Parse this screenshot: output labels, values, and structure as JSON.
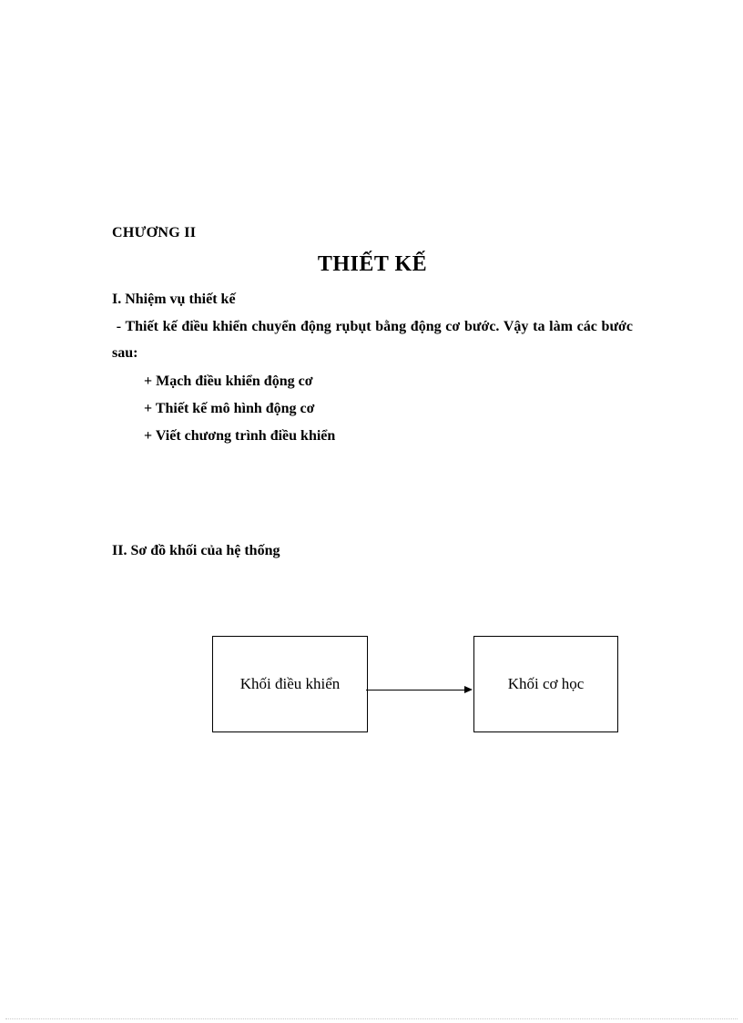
{
  "page": {
    "chapter": "CHƯƠNG II",
    "title": "THIẾT KẾ"
  },
  "section1": {
    "heading": "I. Nhiệm vụ thiết kế",
    "paragraph": " - Thiết kế điều khiển chuyển động rụbụt bằng động cơ bước. Vậy ta làm các bước sau:",
    "steps": [
      "+ Mạch điều khiển động cơ",
      "+ Thiết kế mô hình động cơ",
      "+ Viết chương trình điều khiển"
    ]
  },
  "section2": {
    "heading": "II. Sơ đồ khối của hệ thống",
    "diagram": {
      "left_box": "Khối điều khiển",
      "right_box": "Khối cơ học"
    }
  }
}
